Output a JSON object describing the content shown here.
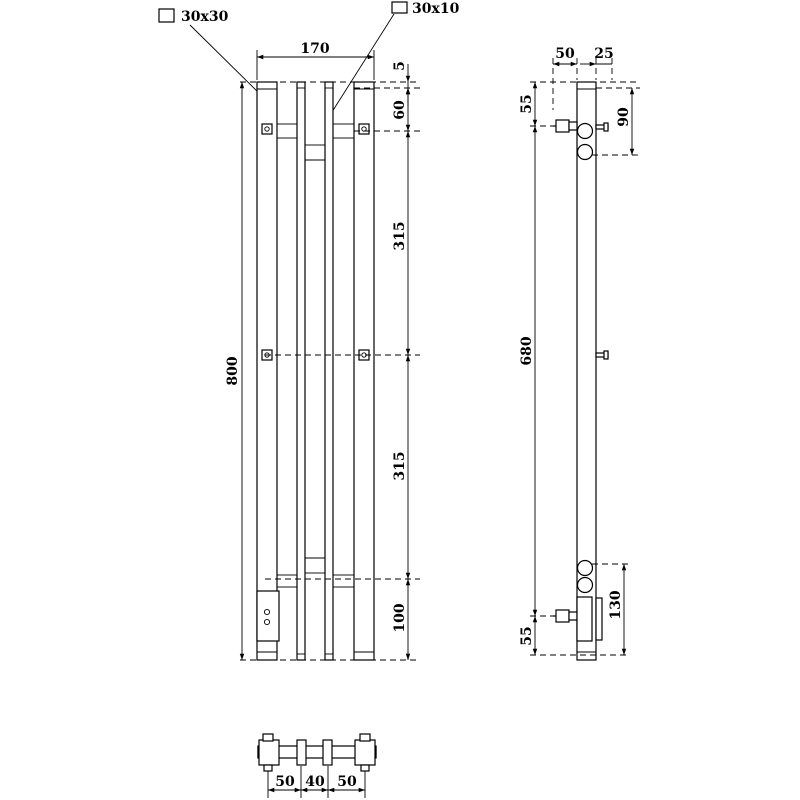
{
  "callouts": {
    "profile_large": "30x30",
    "profile_small": "30x10"
  },
  "front_view": {
    "width": "170",
    "top_offset": "5",
    "bracket_gap": "60",
    "span_upper": "315",
    "span_lower": "315",
    "bottom_offset": "100",
    "height": "800"
  },
  "side_view": {
    "depth": "50",
    "wall_gap": "25",
    "top_bracket": "55",
    "top_ball": "90",
    "mount_span": "680",
    "bottom_ball": "130",
    "bottom_bracket": "55"
  },
  "top_view": {
    "seg_left": "50",
    "seg_mid": "40",
    "seg_right": "50"
  }
}
